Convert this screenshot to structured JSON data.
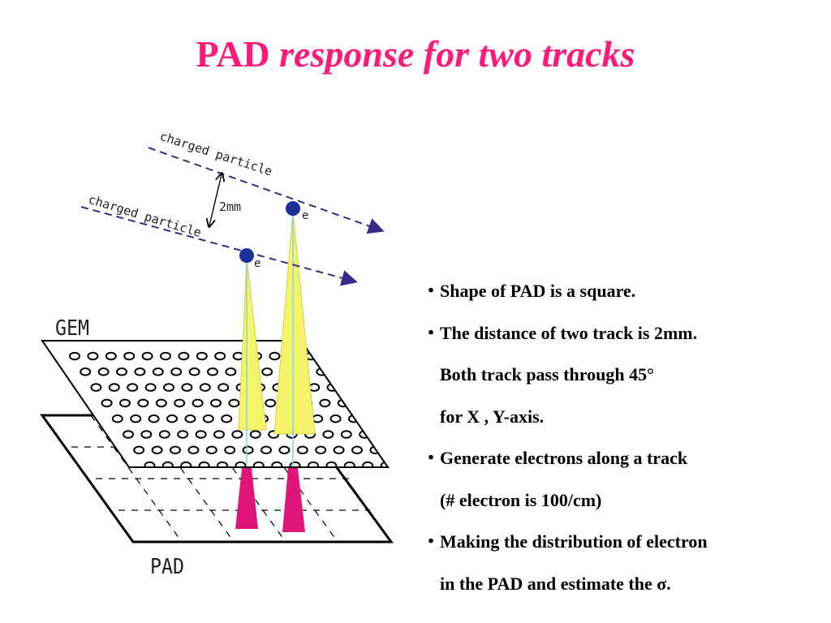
{
  "title": {
    "main": "PAD",
    "italic": "response for two tracks"
  },
  "diagram": {
    "label_particle_1": "charged particle",
    "label_particle_2": "charged particle",
    "label_distance": "2mm",
    "label_electron_1": "e",
    "label_electron_2": "e",
    "label_gem": "GEM",
    "label_pad": "PAD",
    "colors": {
      "title": "#ff1a7a",
      "cone": "#f4f46a",
      "pad_signal": "#e0157a",
      "electron": "#1c2f9a",
      "track": "#3a2a86"
    }
  },
  "bullets": {
    "bullet_char": "・",
    "items": [
      {
        "text": "Shape of PAD is a square.",
        "continued": []
      },
      {
        "text": "The distance of two track is 2mm.",
        "continued": [
          "Both track pass through 45°",
          "for X , Y-axis."
        ]
      },
      {
        "text": "Generate electrons along a track",
        "continued": [
          "(# electron is 100/cm)"
        ]
      },
      {
        "text": "Making the distribution of electron",
        "continued": [
          "in the PAD and estimate the σ."
        ]
      }
    ]
  }
}
